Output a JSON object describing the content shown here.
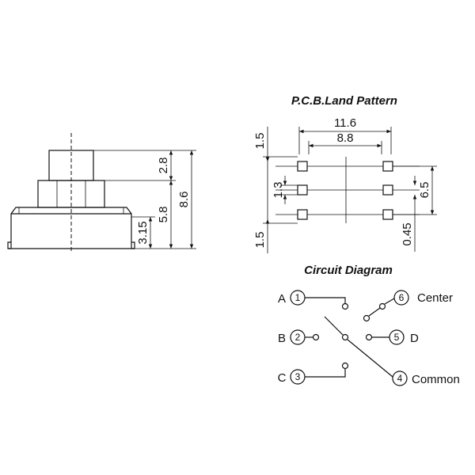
{
  "side_view": {
    "dims": {
      "top_h": "2.8",
      "total_h": "8.6",
      "mid_h": "5.8",
      "base_h": "3.15"
    }
  },
  "land_pattern": {
    "title": "P.C.B.Land Pattern",
    "dims": {
      "outer_w": "11.6",
      "inner_w": "8.8",
      "pad_top": "1.5",
      "pitch": "1.3",
      "span": "6.5",
      "pad_bottom": "1.5",
      "pad_w": "0.45"
    }
  },
  "circuit": {
    "title": "Circuit Diagram",
    "terminals": [
      {
        "letter": "A",
        "num": "1"
      },
      {
        "letter": "B",
        "num": "2"
      },
      {
        "letter": "C",
        "num": "3"
      },
      {
        "num": "6",
        "label": "Center"
      },
      {
        "num": "5",
        "label": "D"
      },
      {
        "num": "4",
        "label": "Common"
      }
    ]
  }
}
